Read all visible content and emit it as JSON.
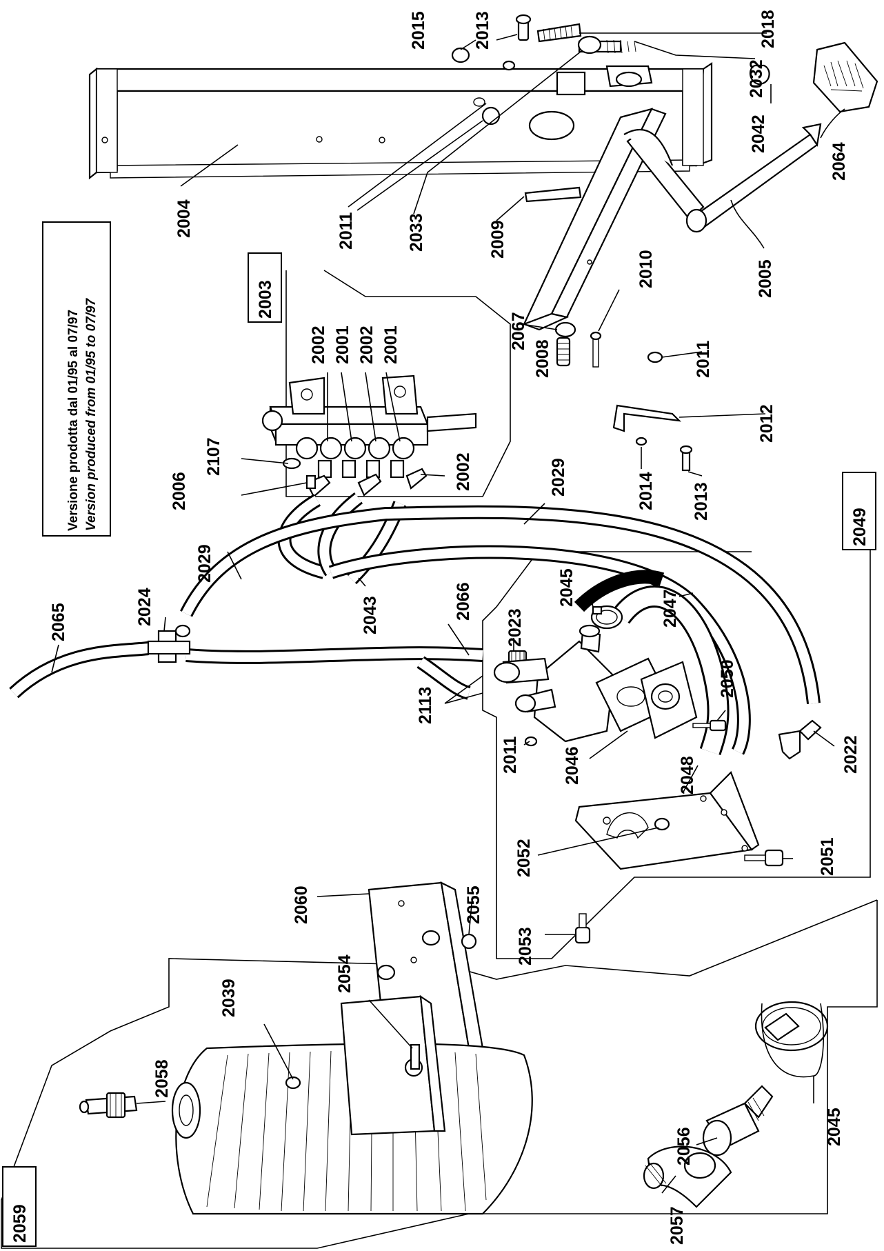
{
  "note": {
    "line_it": "Versione prodotta dal 01/95 al 07/97",
    "line_en": "Version produced from 01/95 to 07/97"
  },
  "boxes": {
    "box_2003": "2003",
    "box_2049": "2049",
    "box_2059": "2059"
  },
  "labels": {
    "l2015": "2015",
    "l2013a": "2013",
    "l2018": "2018",
    "l2032": "2032",
    "l2042": "2042",
    "l2064": "2064",
    "l2004": "2004",
    "l2011a": "2011",
    "l2033": "2033",
    "l2009": "2009",
    "l2005": "2005",
    "l2010": "2010",
    "l2067": "2067",
    "l2008": "2008",
    "l2011b": "2011",
    "l2012": "2012",
    "l2014": "2014",
    "l2013b": "2013",
    "l2002a": "2002",
    "l2001a": "2001",
    "l2002b": "2002",
    "l2001b": "2001",
    "l2107": "2107",
    "l2006": "2006",
    "l2002c": "2002",
    "l2029a": "2029",
    "l2029b": "2029",
    "l2065": "2065",
    "l2024": "2024",
    "l2043": "2043",
    "l2066": "2066",
    "l2023": "2023",
    "l2045a": "2045",
    "l2047": "2047",
    "l2050": "2050",
    "l2022": "2022",
    "l2113": "2113",
    "l2011c": "2011",
    "l2046": "2046",
    "l2048": "2048",
    "l2052": "2052",
    "l2051": "2051",
    "l2060": "2060",
    "l2055": "2055",
    "l2053": "2053",
    "l2039": "2039",
    "l2054": "2054",
    "l2045b": "2045",
    "l2058": "2058",
    "l2056": "2056",
    "l2057": "2057"
  }
}
